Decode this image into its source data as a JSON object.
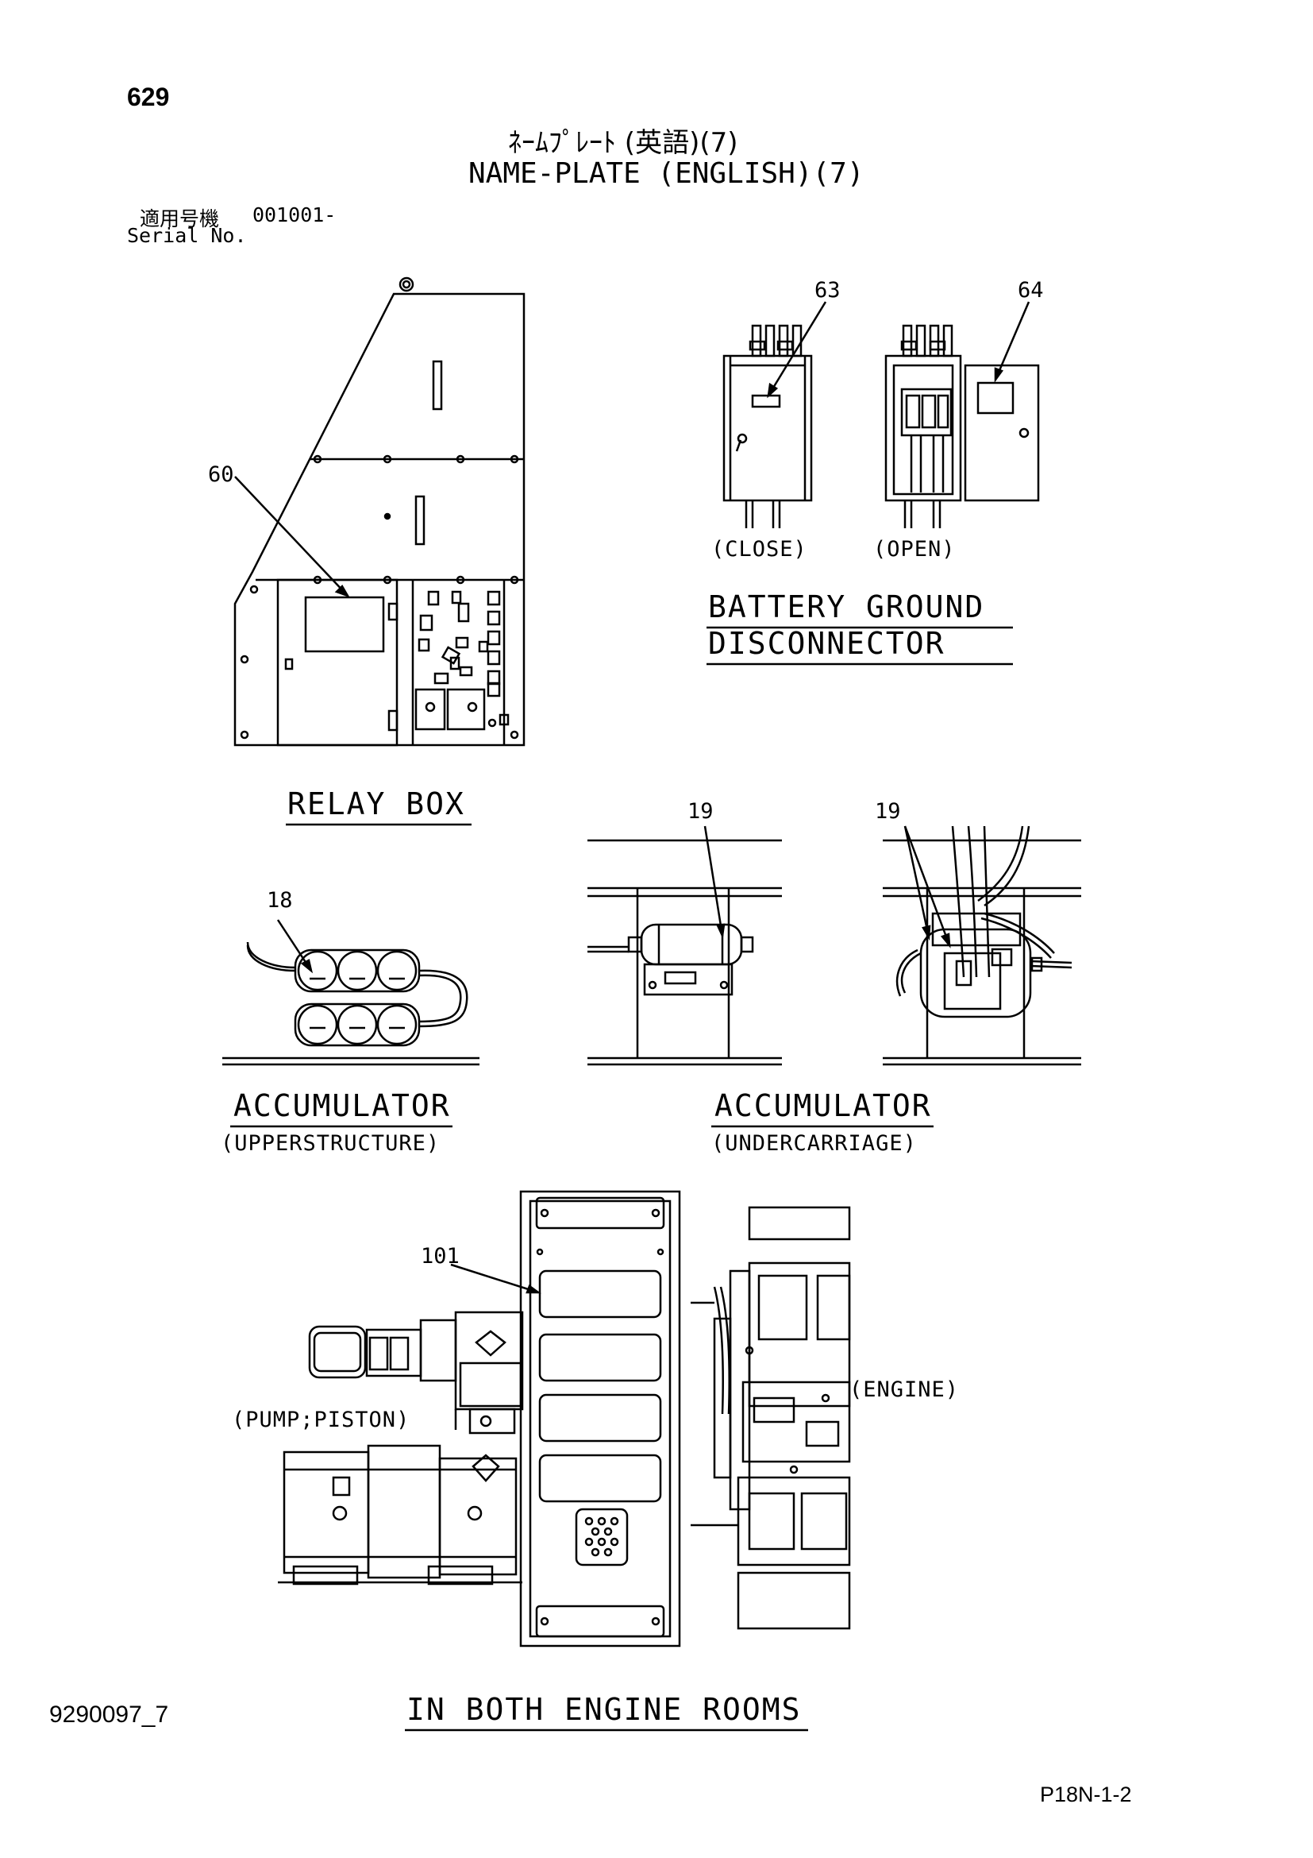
{
  "header": {
    "page_number": "629",
    "title_jp": "ﾈｰﾑﾌﾟﾚｰﾄ (英語)(7)",
    "title_en": "NAME-PLATE (ENGLISH)(7)",
    "serial_label_jp": "適用号機",
    "serial_value": "001001-",
    "serial_label_en": "Serial No."
  },
  "sections": {
    "relay_box": "RELAY BOX",
    "battery_ground_line1": "BATTERY GROUND",
    "battery_ground_line2": "DISCONNECTOR",
    "close_label": "(CLOSE)",
    "open_label": "(OPEN)",
    "accumulator_upper": "ACCUMULATOR",
    "accumulator_upper_sub": "(UPPERSTRUCTURE)",
    "accumulator_under": "ACCUMULATOR",
    "accumulator_under_sub": "(UNDERCARRIAGE)",
    "pump_label": "(PUMP;PISTON)",
    "engine_label": "(ENGINE)",
    "engine_rooms": "IN BOTH ENGINE ROOMS"
  },
  "callouts": {
    "c60": "60",
    "c63": "63",
    "c64": "64",
    "c18": "18",
    "c19a": "19",
    "c19b": "19",
    "c101": "101"
  },
  "footer": {
    "document_number": "9290097_7",
    "sheet_number": "P18N-1-2"
  }
}
